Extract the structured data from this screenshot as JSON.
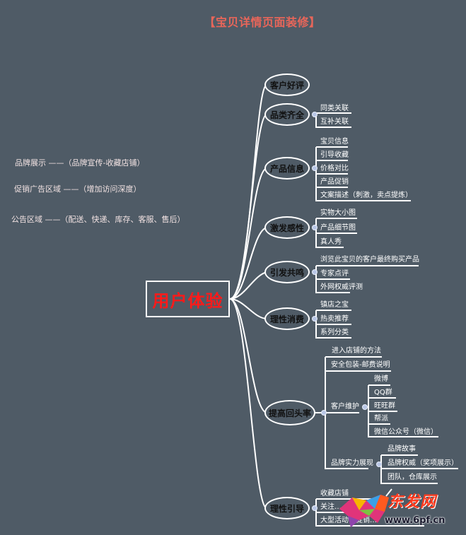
{
  "title": "【宝贝详情页面装修】",
  "side_notes": [
    "品牌展示 ——（品牌宣传-收藏店铺）",
    "促销广告区域 ——（增加访问深度）",
    "公告区域 ——（配送、快递、库存、客服、售后）"
  ],
  "root": "用户体验",
  "branches": [
    {
      "label": "客户好评",
      "children": []
    },
    {
      "label": "品类齐全",
      "children": [
        "同类关联",
        "互补关联"
      ]
    },
    {
      "label": "产品信息",
      "children": [
        "宝贝信息",
        "引导收藏",
        "价格对比",
        "产品促销",
        "文案描述（刺激，卖点提炼）"
      ]
    },
    {
      "label": "激发感性",
      "children": [
        "实物大小图",
        "产品细节图",
        "真人秀"
      ]
    },
    {
      "label": "引发共鸣",
      "children": [
        "浏览此宝贝的客户最终购买产品",
        "专家点评",
        "外网权威评测"
      ]
    },
    {
      "label": "理性消费",
      "children": [
        "镇店之宝",
        "热卖推荐",
        "系列分类"
      ]
    },
    {
      "label": "提高回头率",
      "children": [
        "进入店铺的方法",
        "安全包装-邮费说明",
        {
          "label": "客户维护",
          "children": [
            "微博",
            "QQ群",
            "旺旺群",
            "帮派",
            "微信公众号（微信）"
          ]
        },
        {
          "label": "品牌实力展现",
          "children": [
            "品牌故事",
            "品牌权威（奖项展示）",
            "团队，仓库展示"
          ]
        }
      ]
    },
    {
      "label": "理性引导",
      "children": [
        "收藏店铺",
        "关注…",
        "大型活动…促销…"
      ]
    }
  ],
  "watermark": {
    "brand": "东发网",
    "url": "www.6pf.cn"
  },
  "colors": {
    "background": "#4f5b66",
    "title": "#e8665a",
    "root_text": "#ff1a1a",
    "line": "#ffffff",
    "node_text": "#111111"
  }
}
